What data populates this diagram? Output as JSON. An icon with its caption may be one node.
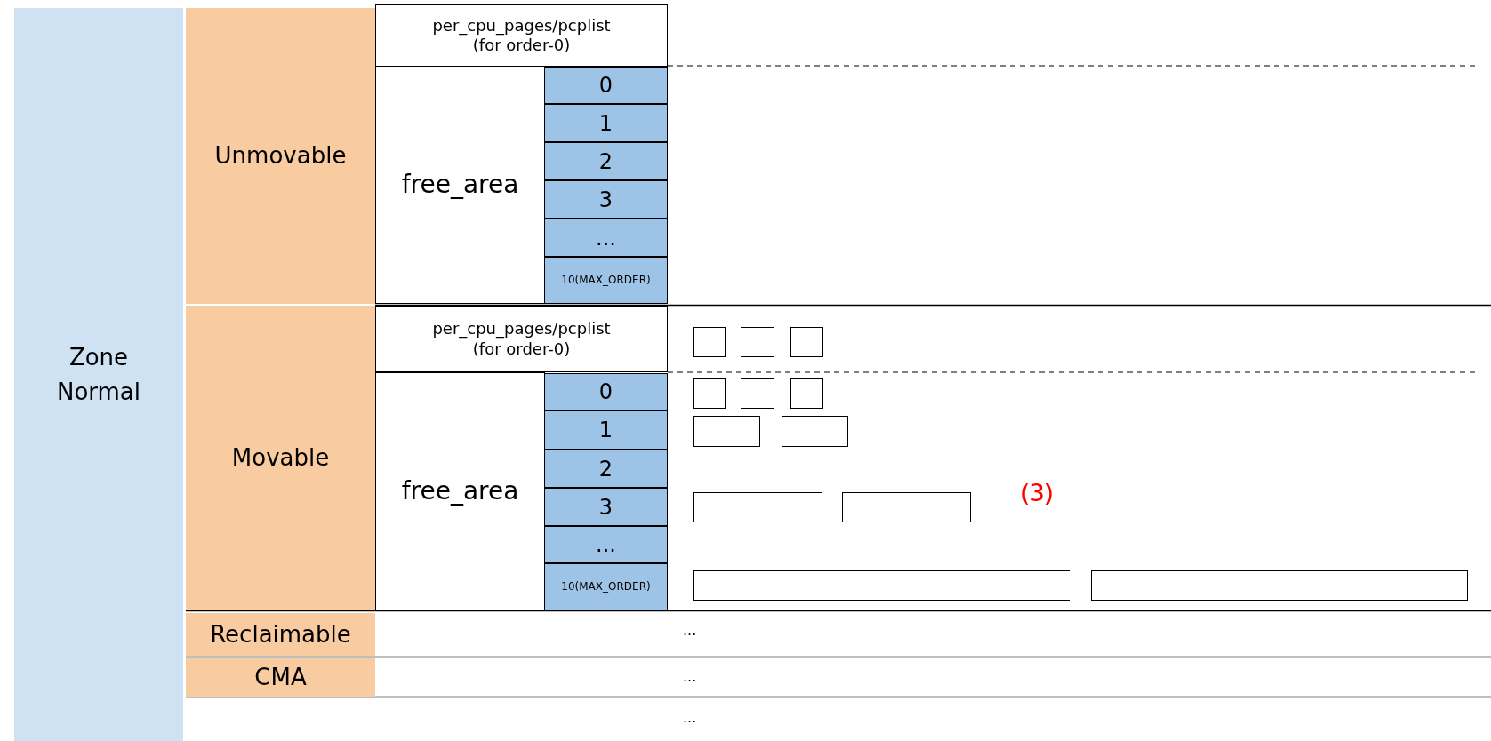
{
  "diagram": {
    "nodes": [
      {
        "text": [
          "Zone Normal"
        ]
      },
      {
        "text": [
          "Unmovable"
        ]
      },
      {
        "text": [
          "per_cpu_pages/pcplist (for order-0)"
        ]
      },
      {
        "text": [
          "free_area"
        ]
      },
      {
        "text": [
          "0"
        ]
      },
      {
        "text": [
          "1"
        ]
      },
      {
        "text": [
          "2"
        ]
      },
      {
        "text": [
          "3"
        ]
      },
      {
        "text": [
          "..."
        ]
      },
      {
        "text": [
          "10(MAX_ORDER)"
        ]
      },
      {
        "text": [
          "Movable"
        ]
      },
      {
        "text": [
          "per_cpu_pages/pcplist (for order-0)"
        ]
      },
      {
        "text": [
          "free_area"
        ]
      },
      {
        "text": [
          "0"
        ]
      },
      {
        "text": [
          "1"
        ]
      },
      {
        "text": [
          "2"
        ]
      },
      {
        "text": [
          "3"
        ]
      },
      {
        "text": [
          "..."
        ]
      },
      {
        "text": [
          "10(MAX_ORDER)"
        ]
      },
      {
        "text": [
          "Reclaimable"
        ]
      },
      {
        "text": [
          "CMA"
        ]
      },
      {
        "text": [],
        "shape": "box"
      },
      {
        "text": [],
        "shape": "box"
      },
      {
        "text": [],
        "shape": "box"
      },
      {
        "text": [],
        "shape": "box"
      },
      {
        "text": [],
        "shape": "box"
      },
      {
        "text": [],
        "shape": "box"
      },
      {
        "text": [],
        "shape": "box"
      },
      {
        "text": [],
        "shape": "box"
      },
      {
        "text": [],
        "shape": "box"
      },
      {
        "text": [],
        "shape": "box"
      },
      {
        "text": [],
        "shape": "box"
      },
      {
        "text": [],
        "shape": "box"
      }
    ],
    "edges": [],
    "labels": [
      "(3)",
      "...",
      "...",
      "..."
    ]
  }
}
